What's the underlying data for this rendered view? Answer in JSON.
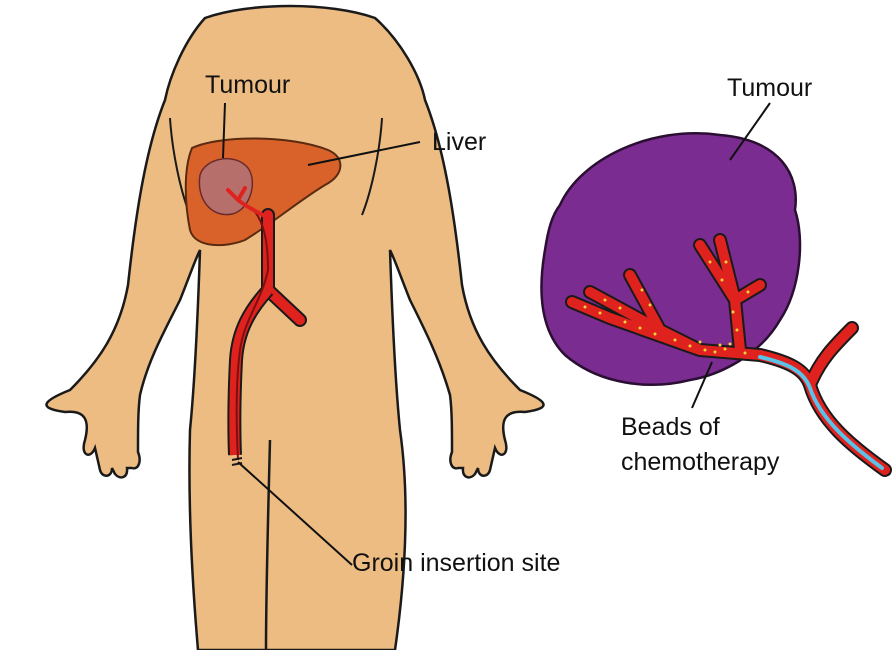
{
  "labels": {
    "tumour_body": "Tumour",
    "liver": "Liver",
    "groin_site": "Groin insertion site",
    "tumour_detail": "Tumour",
    "beads_line1": "Beads of",
    "beads_line2": "chemotherapy"
  },
  "colors": {
    "skin": "#EDBC83",
    "outline": "#1a1a1a",
    "liver": "#D9622B",
    "tumour_in_liver": "#B76F6B",
    "tumour": "#7B2C90",
    "artery": "#E0221F",
    "catheter": "#5BC2E7",
    "beads": "#F4D23C"
  }
}
